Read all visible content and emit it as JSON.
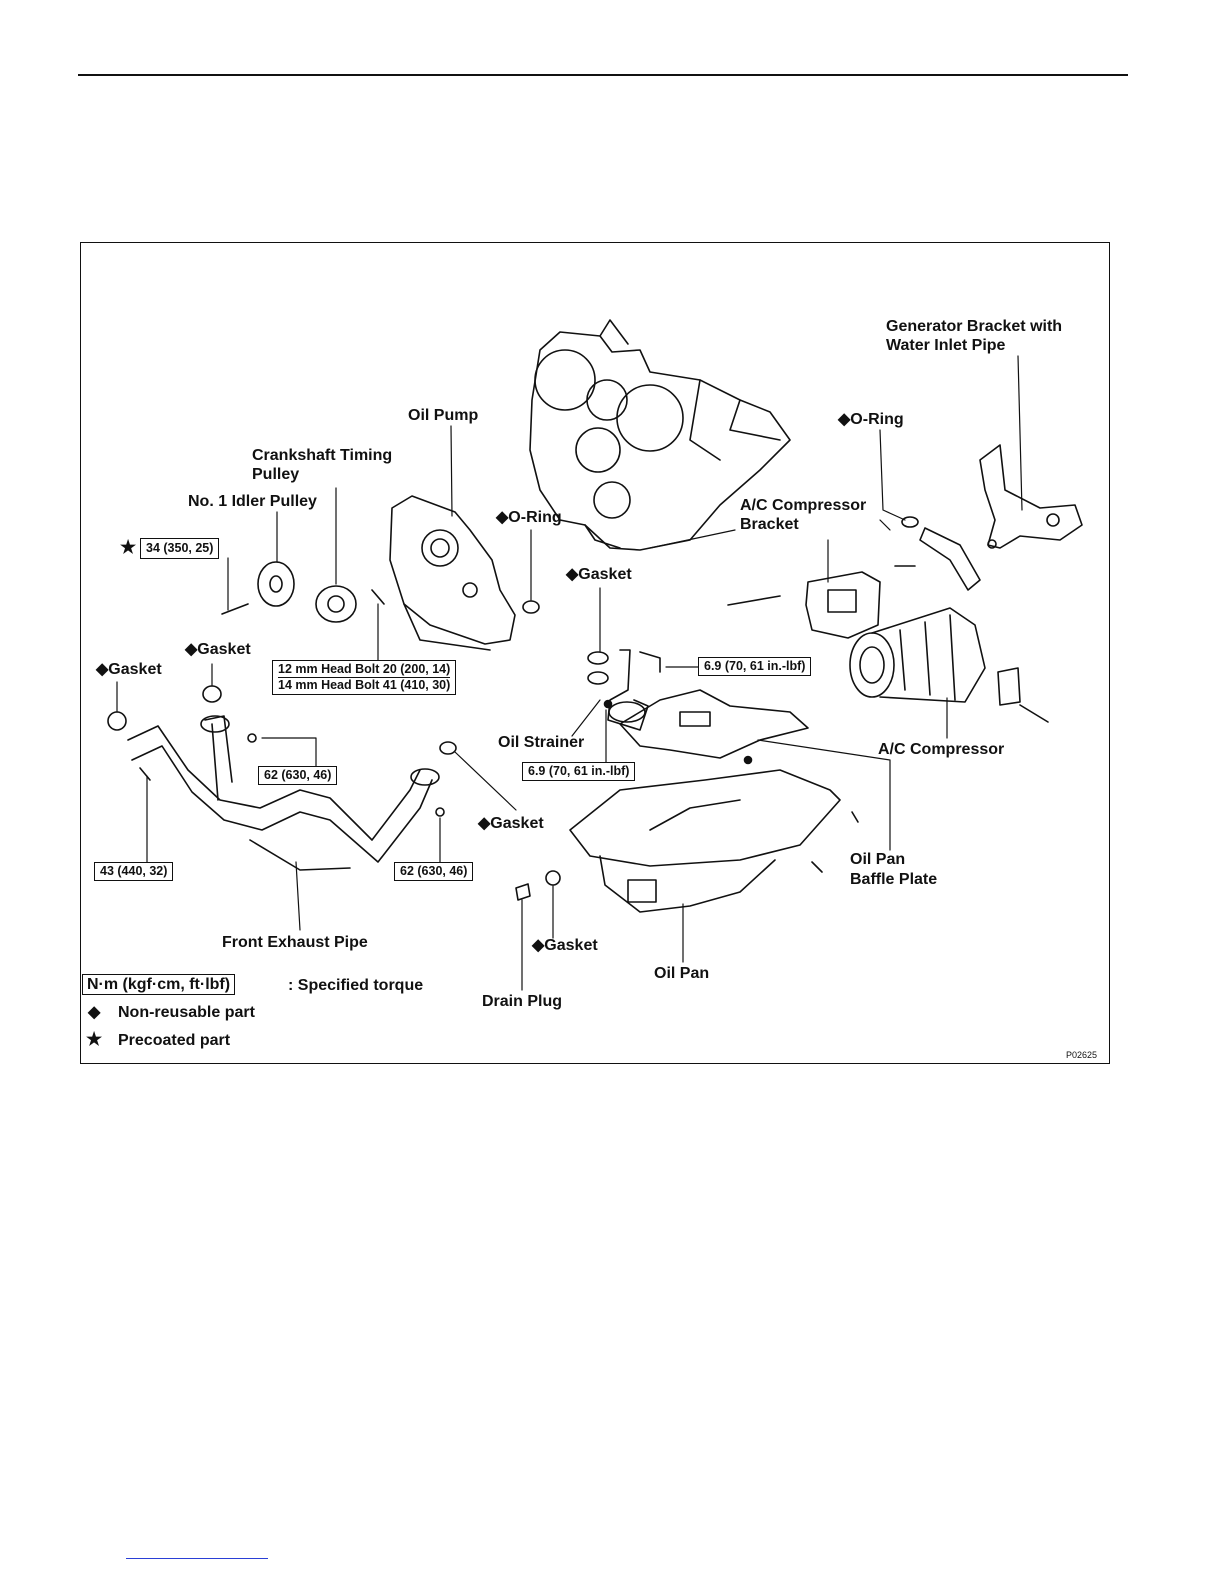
{
  "legend": {
    "torque_unit": "N·m (kgf·cm, ft·lbf)",
    "torque_desc": ": Specified torque",
    "nonreusable_mark": "◆",
    "nonreusable_desc": "Non-reusable part",
    "precoated_mark": "★",
    "precoated_desc": "Precoated part"
  },
  "labels": {
    "generator_bracket_1": "Generator Bracket with",
    "generator_bracket_2": "Water Inlet Pipe",
    "oil_pump": "Oil Pump",
    "crankshaft_1": "Crankshaft Timing",
    "crankshaft_2": "Pulley",
    "idler_pulley": "No. 1 Idler Pulley",
    "o_ring_mid": "◆O-Ring",
    "o_ring_right": "◆O-Ring",
    "ac_bracket_1": "A/C Compressor",
    "ac_bracket_2": "Bracket",
    "gasket_strainer": "◆Gasket",
    "gasket_left": "◆Gasket",
    "gasket_front": "◆Gasket",
    "gasket_exhaust": "◆Gasket",
    "gasket_drain": "◆Gasket",
    "oil_strainer": "Oil Strainer",
    "ac_compressor": "A/C Compressor",
    "oil_pan_baffle_1": "Oil Pan",
    "oil_pan_baffle_2": "Baffle Plate",
    "front_exhaust_pipe": "Front Exhaust Pipe",
    "oil_pan": "Oil Pan",
    "drain_plug": "Drain Plug",
    "figure_code": "P02625"
  },
  "torques": {
    "idler_star": "★",
    "idler": "34 (350, 25)",
    "head_bolt_12": "12 mm Head Bolt 20 (200, 14)",
    "head_bolt_14": "14 mm Head Bolt 41 (410, 30)",
    "strainer_bolt": "6.9 (70, 61 in.-lbf)",
    "baffle_nut": "6.9 (70, 61 in.-lbf)",
    "exhaust_nut_upper": "62 (630, 46)",
    "exhaust_nut_lower": "62 (630, 46)",
    "exhaust_bolt": "43 (440, 32)"
  }
}
